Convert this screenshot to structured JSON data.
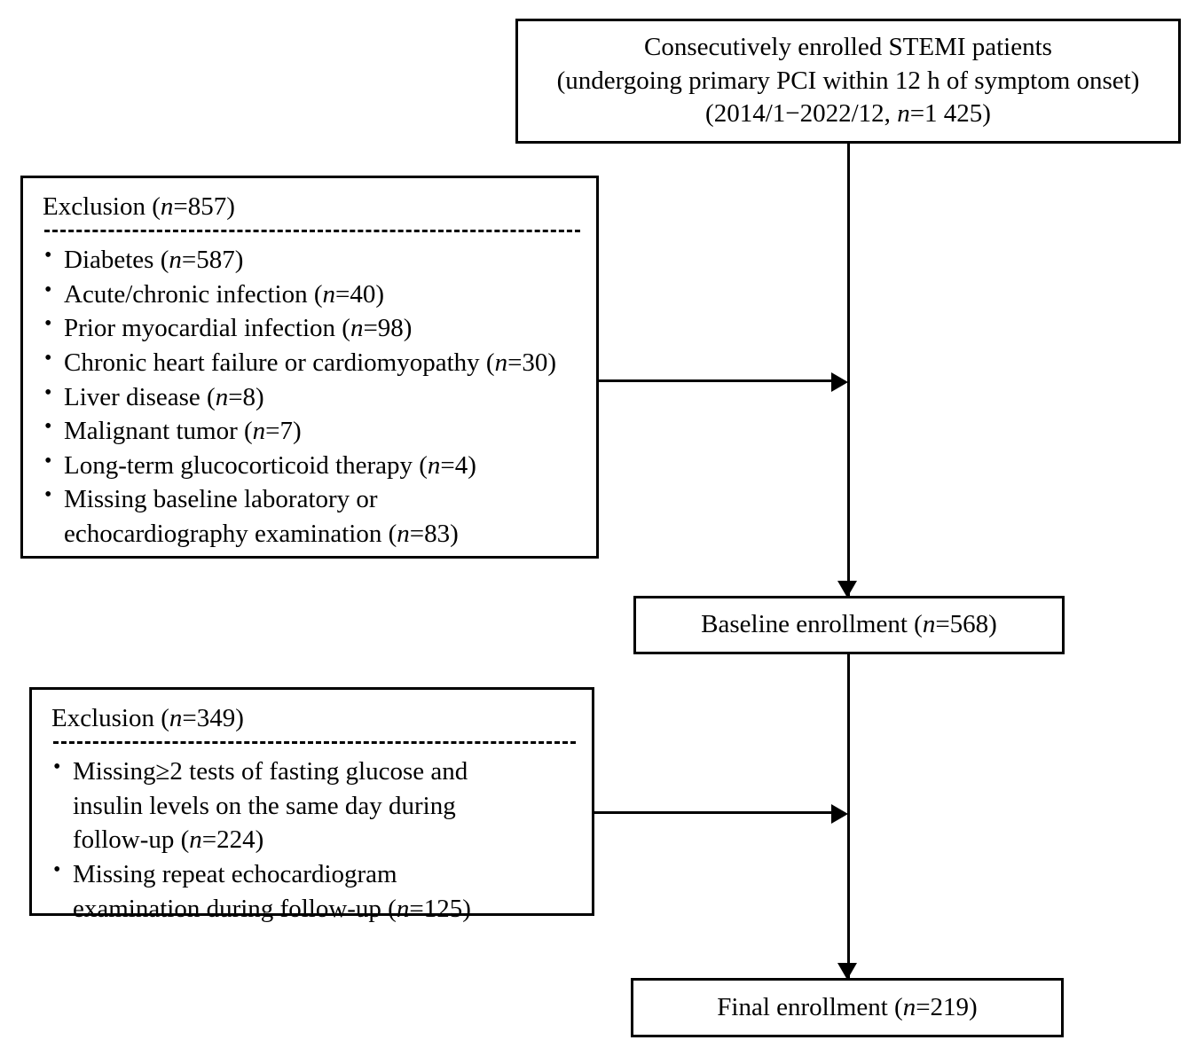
{
  "flowchart": {
    "title": "STEMI patient enrollment flow",
    "top_box": {
      "line1": "Consecutively enrolled STEMI patients",
      "line2": "(undergoing primary PCI within 12 h of symptom onset)",
      "line3_prefix": "(2014/1−2022/12, ",
      "line3_n": "n",
      "line3_suffix": "=1 425)"
    },
    "exclusion_1": {
      "title_prefix": "Exclusion (",
      "title_n": "n",
      "title_suffix": "=857)",
      "items": [
        {
          "text": "Diabetes (",
          "n": "n",
          "value": "=587)"
        },
        {
          "text": "Acute/chronic infection (",
          "n": "n",
          "value": "=40)"
        },
        {
          "text": "Prior myocardial infection (",
          "n": "n",
          "value": "=98)"
        },
        {
          "text": "Chronic heart failure or cardiomyopathy (",
          "n": "n",
          "value": "=30)"
        },
        {
          "text": "Liver disease (",
          "n": "n",
          "value": "=8)"
        },
        {
          "text": "Malignant tumor (",
          "n": "n",
          "value": "=7)"
        },
        {
          "text": "Long-term glucocorticoid therapy (",
          "n": "n",
          "value": "=4)"
        },
        {
          "text": "Missing  baseline laboratory or",
          "line2": "echocardiography examination (",
          "n": "n",
          "value": "=83)"
        }
      ]
    },
    "baseline_box": {
      "prefix": "Baseline enrollment (",
      "n": "n",
      "suffix": "=568)"
    },
    "exclusion_2": {
      "title_prefix": "Exclusion (",
      "title_n": "n",
      "title_suffix": "=349)",
      "items": [
        {
          "text": "Missing≥2 tests of fasting glucose and",
          "line2": "insulin levels on the same day during",
          "line3": "follow-up (",
          "n": "n",
          "value": "=224)"
        },
        {
          "text": "Missing repeat echocardiogram",
          "line2": "examination during follow-up (",
          "n": "n",
          "value": "=125)"
        }
      ]
    },
    "final_box": {
      "prefix": "Final enrollment (",
      "n": "n",
      "suffix": "=219)"
    },
    "colors": {
      "stroke": "#000000",
      "background": "#ffffff"
    }
  }
}
